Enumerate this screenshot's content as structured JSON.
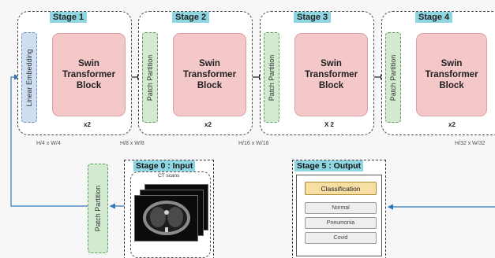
{
  "stages": [
    {
      "title": "Stage 1",
      "embed_label": "Linear Embedding",
      "block_label": [
        "Swin",
        "Transformer",
        "Block"
      ],
      "multiplier": "x2",
      "dim": "H/4 x W/4"
    },
    {
      "title": "Stage 2",
      "embed_label": "Patch Partition",
      "block_label": [
        "Swin",
        "Transformer",
        "Block"
      ],
      "multiplier": "x2",
      "dim": "H/8 x W/8"
    },
    {
      "title": "Stage 3",
      "embed_label": "Patch Partition",
      "block_label": [
        "Swin",
        "Transformer",
        "Block"
      ],
      "multiplier": "X 2",
      "dim": "H/16 x W/16"
    },
    {
      "title": "Stage 4",
      "embed_label": "Patch Partition",
      "block_label": [
        "Swin",
        "Transformer",
        "Block"
      ],
      "multiplier": "x2",
      "dim": "H/32 x W/32"
    }
  ],
  "input_patch_partition": "Patch Partition",
  "input": {
    "title": "Stage 0 : Input",
    "caption": "CT scans"
  },
  "output": {
    "title": "Stage 5 : Output",
    "items": [
      "Classification",
      "Normal",
      "Pneumonia",
      "Covid"
    ]
  },
  "colors": {
    "stage_title": "#8fd6e3",
    "block": "#f4c7c9",
    "partition": "#d3ead0",
    "embedding": "#cfdff1",
    "wire": "#2f78b7",
    "highlight": "#f7dfa4"
  }
}
